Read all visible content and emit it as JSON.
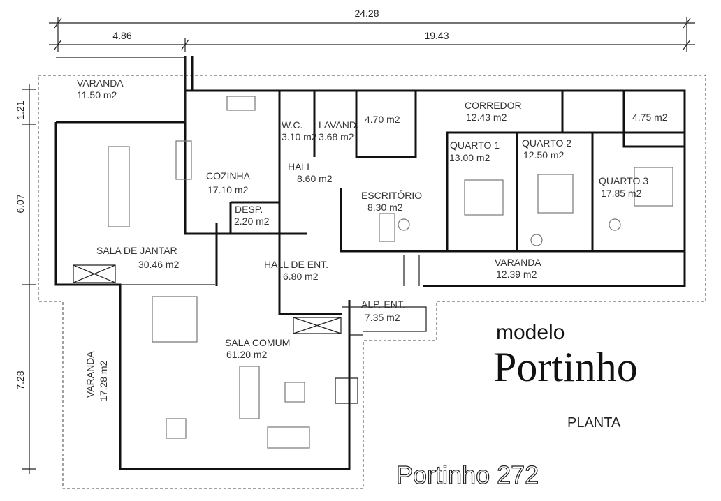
{
  "dimensions": {
    "total_width": "24.28",
    "left_width": "4.86",
    "right_width": "19.43",
    "v1": "1.21",
    "v2": "6.07",
    "v3": "7.28"
  },
  "rooms": [
    {
      "name": "VARANDA",
      "area": "11.50 m2"
    },
    {
      "name": "SALA DE JANTAR",
      "area": "30.46 m2"
    },
    {
      "name": "COZINHA",
      "area": "17.10 m2"
    },
    {
      "name": "W.C.",
      "area": "3.10 m2"
    },
    {
      "name": "LAVAND.",
      "area": "3.68 m2"
    },
    {
      "name": "",
      "area": "4.70 m2"
    },
    {
      "name": "HALL",
      "area": "8.60 m2"
    },
    {
      "name": "DESP.",
      "area": "2.20 m2"
    },
    {
      "name": "ESCRITÓRIO",
      "area": "8.30 m2"
    },
    {
      "name": "CORREDOR",
      "area": "12.43 m2"
    },
    {
      "name": "QUARTO 1",
      "area": "13.00 m2"
    },
    {
      "name": "QUARTO 2",
      "area": "12.50 m2"
    },
    {
      "name": "QUARTO 3",
      "area": "17.85 m2"
    },
    {
      "name": "",
      "area": "4.75 m2"
    },
    {
      "name": "HALL DE ENT.",
      "area": "6.80 m2"
    },
    {
      "name": "VARANDA",
      "area": "12.39 m2"
    },
    {
      "name": "ALP. ENT.",
      "area": "7.35 m2"
    },
    {
      "name": "SALA COMUM",
      "area": "61.20 m2"
    },
    {
      "name": "VARANDA",
      "area": "17.28 m2"
    }
  ],
  "title": {
    "prefix": "modelo",
    "name": "Portinho",
    "subtitle": "PLANTA",
    "model_code": "Portinho 272"
  }
}
